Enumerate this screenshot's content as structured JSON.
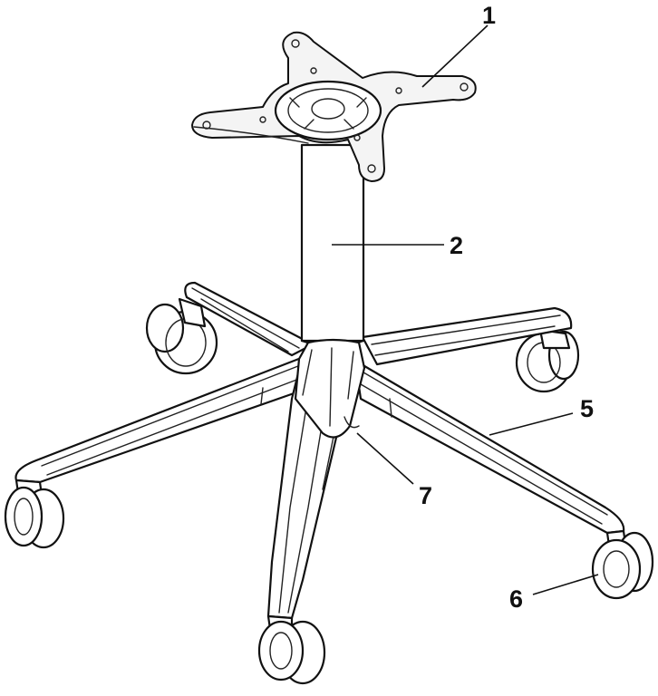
{
  "labels": {
    "seat_plate": "1",
    "gas_cylinder": "2",
    "leg": "5",
    "caster": "6",
    "hub": "7"
  },
  "colors": {
    "line": "#111111",
    "background": "#ffffff"
  }
}
